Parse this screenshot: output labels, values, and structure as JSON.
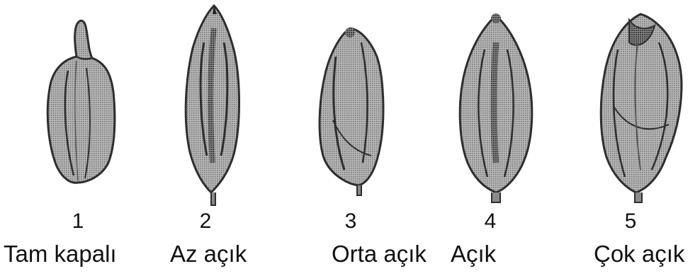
{
  "figure": {
    "stages": [
      {
        "number": "1",
        "label": "Tam kapalı"
      },
      {
        "number": "2",
        "label": "Az açık"
      },
      {
        "number": "3",
        "label": "Orta açık"
      },
      {
        "number": "4",
        "label": "Açık"
      },
      {
        "number": "5",
        "label": "Çok açık"
      }
    ]
  },
  "colors": {
    "fill": "#a9a9a9",
    "outline": "#2e2e2e",
    "text": "#111111"
  }
}
